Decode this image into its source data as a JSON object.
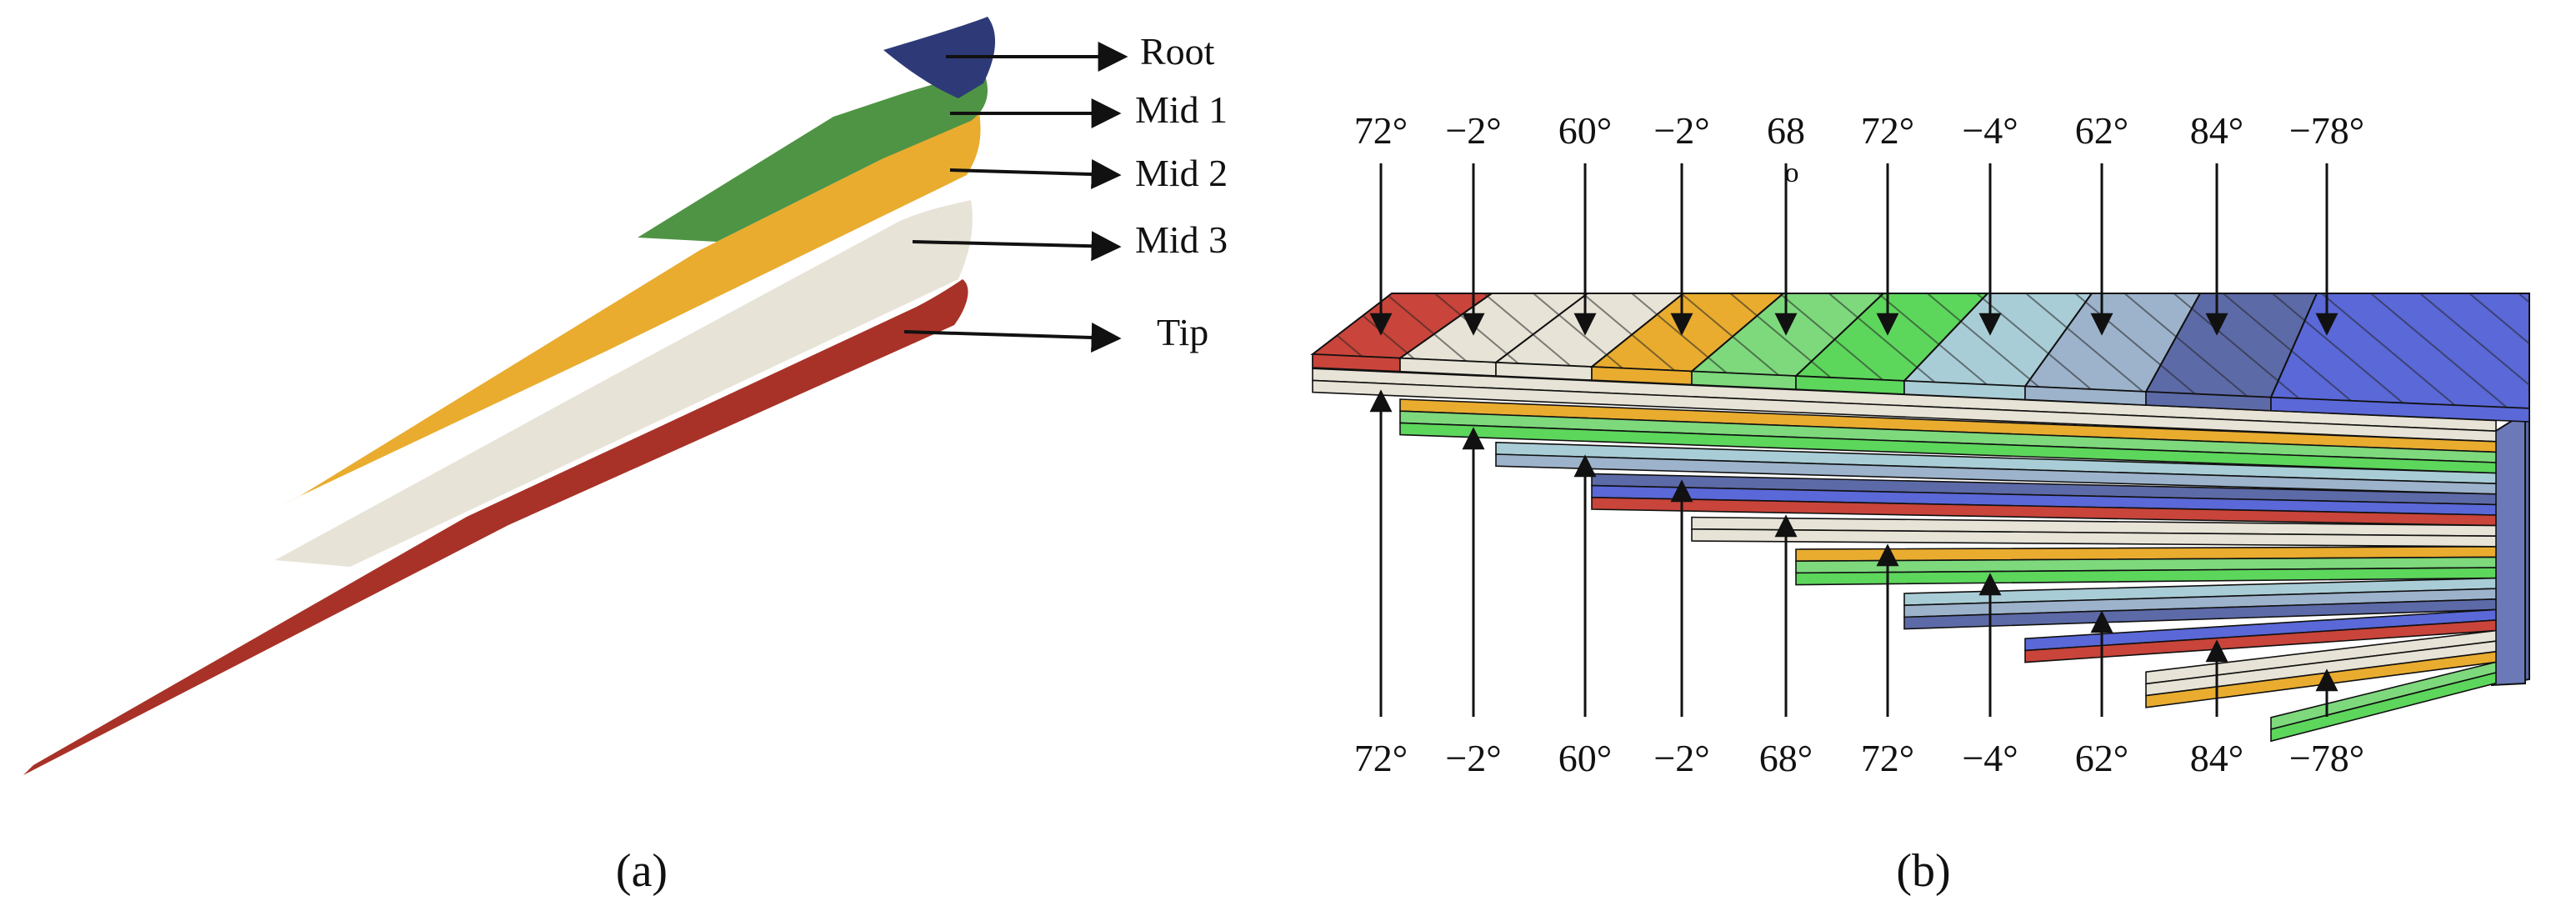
{
  "panel_a": {
    "caption": "(a)",
    "skins": [
      {
        "label": "Root",
        "color": "#2e3a78"
      },
      {
        "label": "Mid 1",
        "color": "#4f9444"
      },
      {
        "label": "Mid 2",
        "color": "#e9ac2f"
      },
      {
        "label": "Mid 3",
        "color": "#e7e3d6"
      },
      {
        "label": "Tip",
        "color": "#a83228"
      }
    ]
  },
  "panel_b": {
    "caption": "(b)",
    "top_angles": [
      "72°",
      "−2°",
      "60°",
      "−2°",
      "68",
      "72°",
      "−4°",
      "62°",
      "84°",
      "−78°"
    ],
    "top_angle_extra": "o",
    "bottom_angles": [
      "72°",
      "−2°",
      "60°",
      "−2°",
      "68°",
      "72°",
      "−4°",
      "62°",
      "84°",
      "−78°"
    ],
    "ply_colors": [
      "#c9443a",
      "#e7e3d6",
      "#e7e3d6",
      "#e9ac2f",
      "#7ed97d",
      "#5dd65c",
      "#a9cdd6",
      "#9db3cc",
      "#5d6aa8",
      "#5a68d8"
    ]
  }
}
